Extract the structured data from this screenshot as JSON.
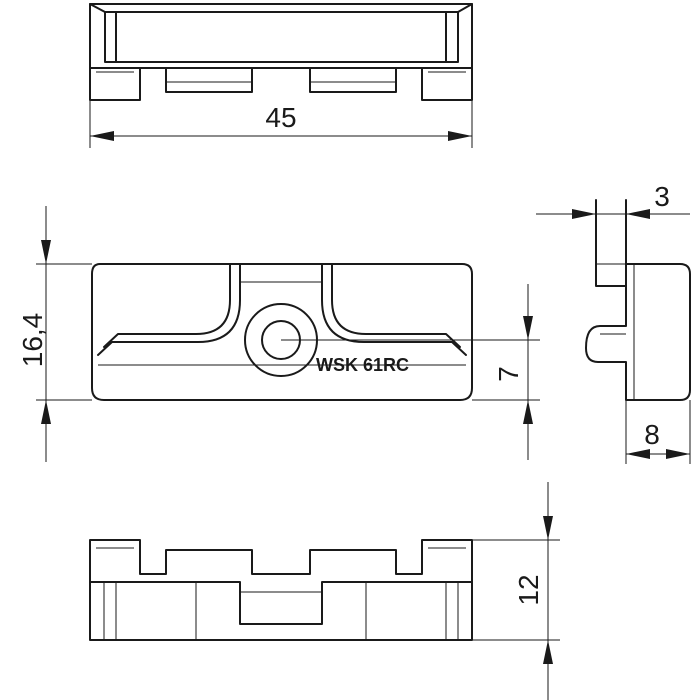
{
  "drawing": {
    "part_label": "WSK 61RC",
    "dimensions": {
      "length": "45",
      "height": "16,4",
      "hole_offset": "7",
      "tab_width": "3",
      "depth": "8",
      "total_height": "12"
    }
  }
}
